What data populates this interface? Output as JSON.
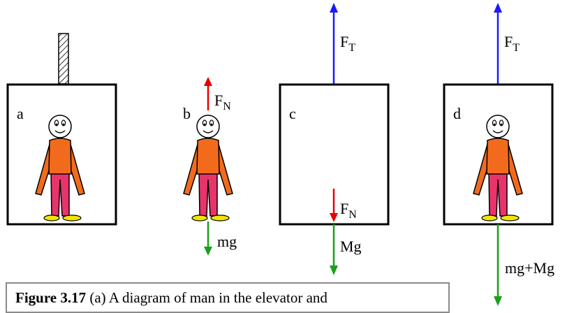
{
  "panels": {
    "a": {
      "label": "a"
    },
    "b": {
      "label": "b",
      "force_up": "F",
      "force_up_sub": "N",
      "force_down": "mg"
    },
    "c": {
      "label": "c",
      "force_up": "F",
      "force_up_sub": "T",
      "force_inner": "F",
      "force_inner_sub": "N",
      "force_down": "Mg"
    },
    "d": {
      "label": "d",
      "force_up": "F",
      "force_up_sub": "T",
      "force_down": "mg+Mg"
    }
  },
  "colors": {
    "tension": "#1a1aff",
    "normal": "#e60000",
    "gravity": "#1aa01a",
    "shirt": "#f26b1d",
    "pants": "#e8336b",
    "shoes": "#f2e600"
  },
  "caption": {
    "bold": "Figure 3.17",
    "text": " (a) A diagram of man in the elevator and"
  }
}
